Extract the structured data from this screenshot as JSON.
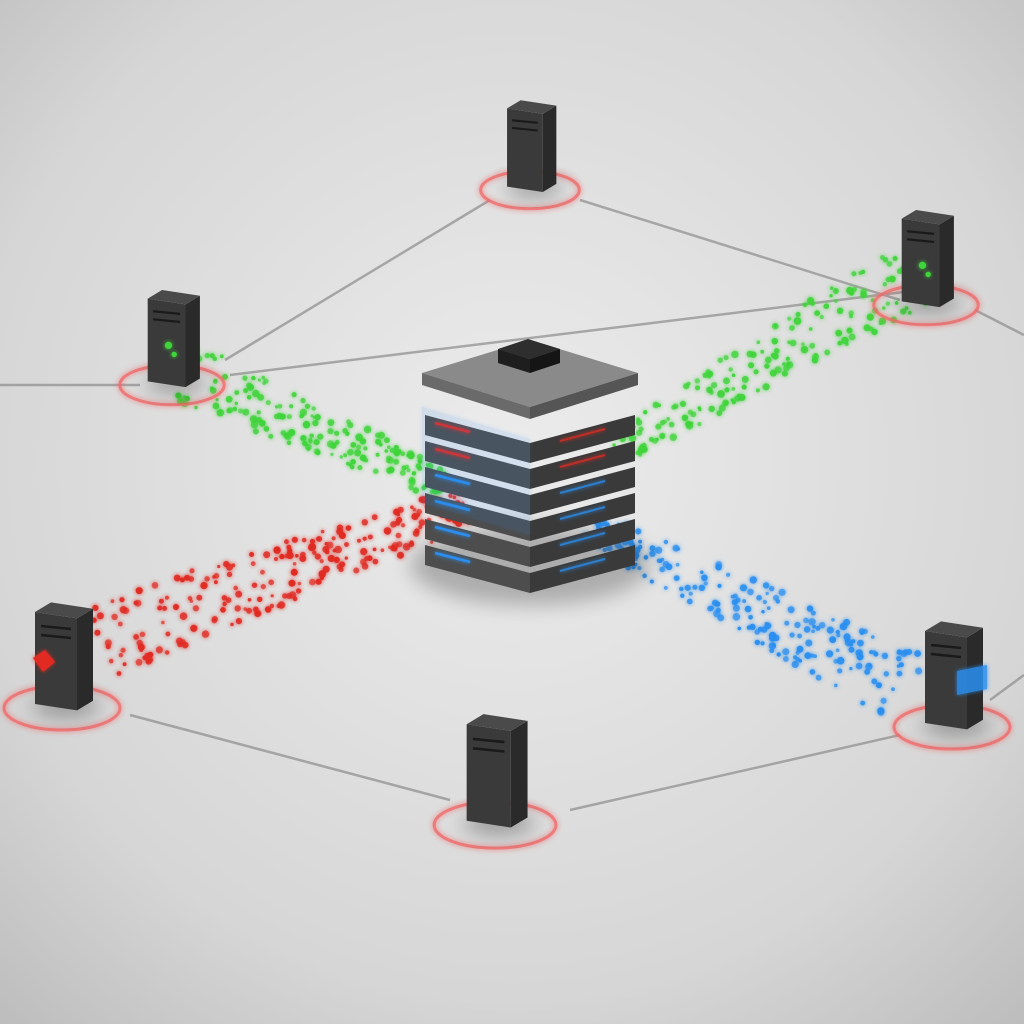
{
  "scene": {
    "description_free": true,
    "colors": {
      "floor_light": "#e6e6e6",
      "floor_dark": "#bdbdbd",
      "line": "#8c8c8c",
      "ring": "#f06a6a",
      "server_body": "#3a3a3a",
      "server_side": "#2a2a2a",
      "server_top": "#4a4a4a",
      "hub_top": "#7a7a7a",
      "hub_layer": "#5a5a5a",
      "green": "#3fd43a",
      "red": "#e02a22",
      "blue": "#2a8ff0"
    },
    "nodes": [
      {
        "id": "top",
        "icon": "server-icon",
        "led": "none"
      },
      {
        "id": "upper-left",
        "icon": "server-icon",
        "led": "green"
      },
      {
        "id": "upper-right",
        "icon": "server-icon",
        "led": "green"
      },
      {
        "id": "left",
        "icon": "server-icon",
        "led": "red"
      },
      {
        "id": "right",
        "icon": "server-icon",
        "led": "blue"
      },
      {
        "id": "bottom",
        "icon": "server-icon",
        "led": "none"
      }
    ],
    "hub": {
      "icon": "hub-server-stack-icon",
      "layers": 6
    },
    "streams": [
      {
        "name": "green-upper-left",
        "color": "green"
      },
      {
        "name": "green-upper-right",
        "color": "green"
      },
      {
        "name": "red-left",
        "color": "red"
      },
      {
        "name": "blue-right",
        "color": "blue"
      }
    ]
  }
}
